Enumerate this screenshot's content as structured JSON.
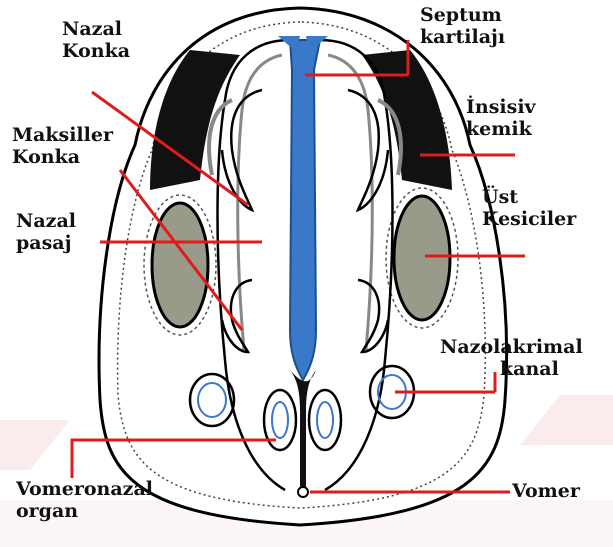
{
  "colors": {
    "leader_line": "#e01b1b",
    "septum": "#3a78c9",
    "bone": "#111111",
    "tissue_fill": "#9a9a8a",
    "outline": "#000000",
    "watermark": "#f3d6d6"
  },
  "labels": {
    "nazal_konka": [
      "Nazal",
      "Konka"
    ],
    "maksiller_konka": [
      "Maksiller",
      "Konka"
    ],
    "nazal_pasaj": [
      "Nazal",
      "pasaj"
    ],
    "septum_kartilaji": [
      "Septum",
      "kartilajı"
    ],
    "insisiv_kemik": [
      "İnsisiv",
      "kemik"
    ],
    "ust_kesiciler": [
      "Üst",
      "Kesiciler"
    ],
    "nazolakrimal_kanal": [
      "Nazolakrimal",
      "kanal"
    ],
    "vomeronazal_organ": [
      "Vomeronazal",
      "organ"
    ],
    "vomer": "Vomer"
  }
}
